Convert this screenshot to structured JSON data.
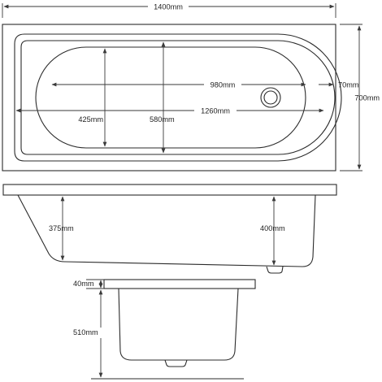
{
  "diagram": {
    "plan_view": {
      "overall_length": "1400mm",
      "overall_width": "700mm",
      "inner_flat_length": "980mm",
      "inner_length": "1260mm",
      "inner_flat_width": "425mm",
      "inner_width": "580mm",
      "rim_to_waste": "70mm"
    },
    "side_view": {
      "depth_foot_end": "375mm",
      "depth_head_end": "400mm"
    },
    "end_view": {
      "rim_thickness": "40mm",
      "height": "510mm"
    }
  }
}
